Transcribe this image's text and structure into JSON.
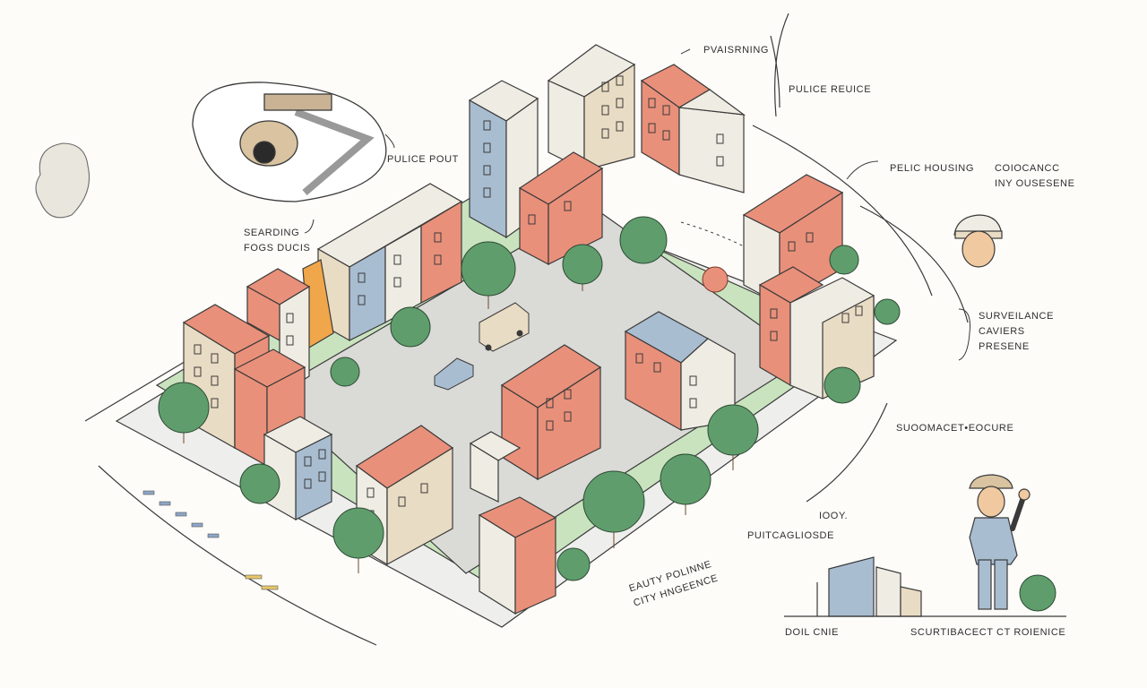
{
  "labels": {
    "pvaisrning": "PVAISRNING",
    "pulice_reuice": "PULICE REUICE",
    "pulice_pout": "PULICE POUT",
    "pelic_housing": "PELIC HOUSING",
    "coiocancc": "COIOCANCC\nINY OUSESENE",
    "searding": "SEARDING\nFOGS DUCIS",
    "surveilance": "SURVEILANCE\nCAVIERS\nPRESENE",
    "suoomacet": "SUOOMACET•EOCURE",
    "iooy": "IOOY.",
    "puitcagliosde": "PUITCAGLIOSDE",
    "eauty": "EAUTY  POLINNE\nCITY  HNGEENCE",
    "doil_cnie": "DOIL CNIE",
    "scurtibacect": "SCURTIBACECT CT ROIENICE"
  },
  "colors": {
    "salmon": "#e9907a",
    "beige": "#e9dcc4",
    "blue": "#a9bdd1",
    "cream": "#efece3",
    "grass": "#9bcb8f",
    "tree": "#5f9e6c",
    "road": "#d9d9d6",
    "ink": "#3a3a3a"
  },
  "icons": [
    "camera-icon",
    "cloud-icon",
    "officer-head-icon",
    "officer-figure-icon",
    "tree-icon"
  ]
}
